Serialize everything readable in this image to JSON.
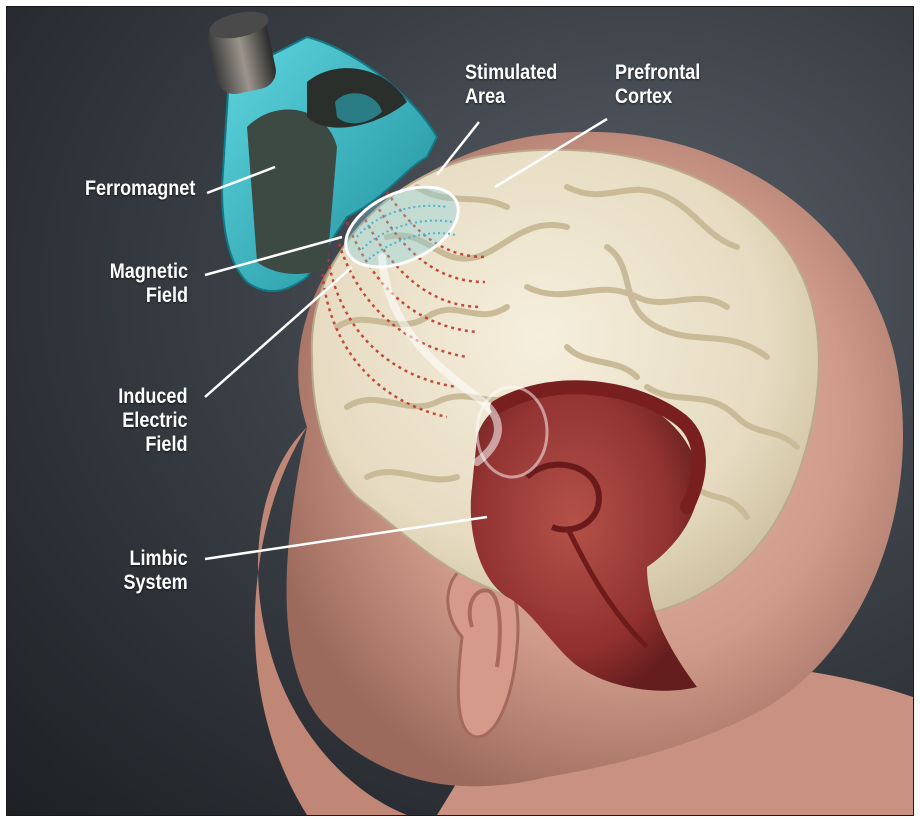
{
  "labels": {
    "ferromagnet": [
      "Ferromagnet"
    ],
    "magnetic_field": [
      "Magnetic",
      "Field"
    ],
    "induced_electric_field": [
      "Induced",
      "Electric",
      "Field"
    ],
    "limbic_system": [
      "Limbic",
      "System"
    ],
    "stimulated_area": [
      "Stimulated",
      "Area"
    ],
    "prefrontal_cortex": [
      "Prefrontal",
      "Cortex"
    ]
  },
  "colors": {
    "background": "#2b2f35",
    "magnet_housing": "#2bb3c0",
    "brain": "#ece3cc",
    "limbic_system": "#8e2a2a",
    "skin": "#d9a899",
    "magnetic_field": "#c0392b",
    "electric_field": "#7fd3e6",
    "leader_lines": "#ffffff"
  }
}
